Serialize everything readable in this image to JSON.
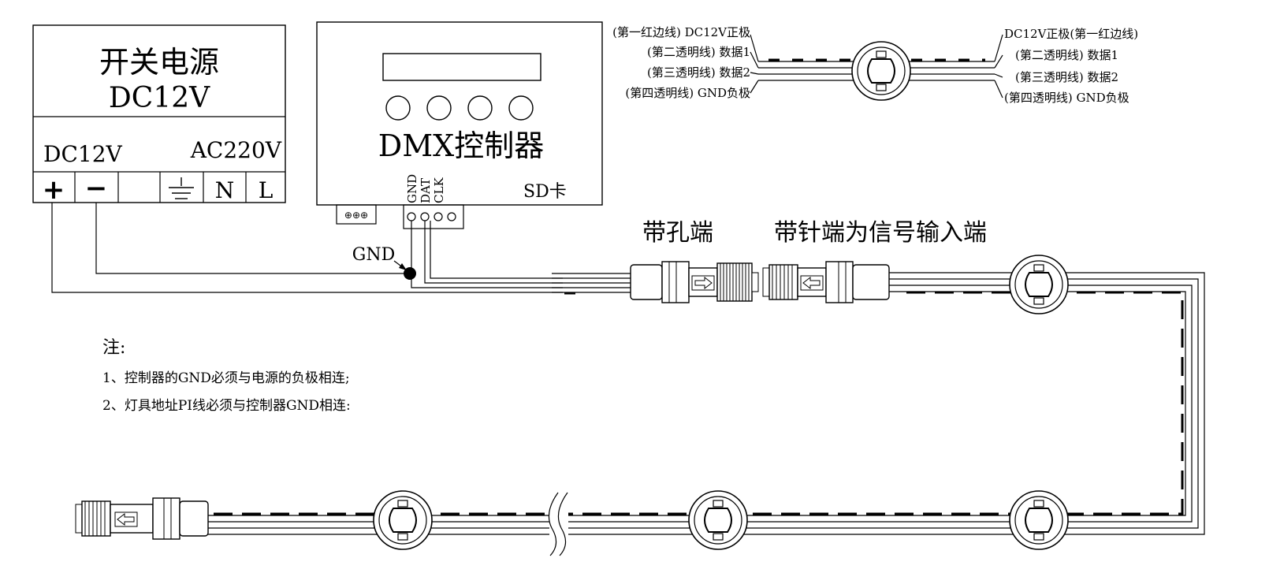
{
  "power_supply": {
    "title": "开关电源",
    "voltage": "DC12V",
    "dc_label": "DC12V",
    "ac_label": "AC220V",
    "terminals": [
      "+",
      "−",
      "",
      "",
      "N",
      "L"
    ]
  },
  "controller": {
    "name": "DMX控制器",
    "pins": [
      "GND",
      "DAT",
      "CLK"
    ],
    "sd_label": "SD卡"
  },
  "gnd_node_label": "GND",
  "cable_legend_left": [
    "(第一红边线) DC12V正极",
    "(第二透明线) 数据1",
    "(第三透明线) 数据2",
    "(第四透明线) GND负极"
  ],
  "cable_legend_right": [
    "DC12V正极(第一红边线)",
    "(第二透明线) 数据1",
    "(第三透明线) 数据2",
    "(第四透明线) GND负极"
  ],
  "connector_labels": {
    "female": "带孔端",
    "male_input": "带针端为信号输入端"
  },
  "notes": {
    "title": "注:",
    "items": [
      "1、控制器的GND必须与电源的负极相连;",
      "2、灯具地址PI线必须与控制器GND相连:"
    ]
  }
}
